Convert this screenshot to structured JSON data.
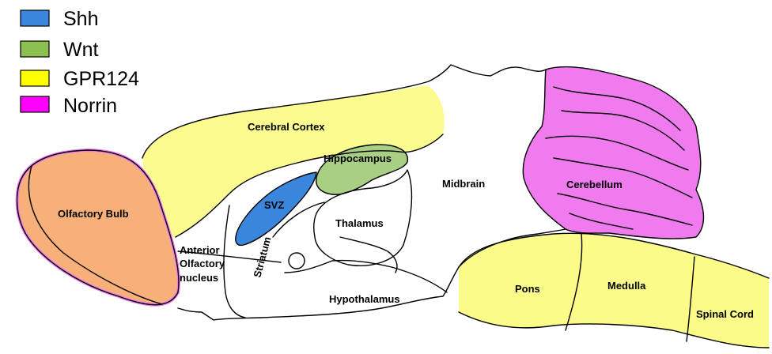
{
  "legend": [
    {
      "label": "Shh",
      "color": "#3a86dd"
    },
    {
      "label": "Wnt",
      "color": "#8cc152"
    },
    {
      "label": "GPR124",
      "color": "#ffff00"
    },
    {
      "label": "Norrin",
      "color": "#ff00ff"
    }
  ],
  "regions": {
    "olfactory_bulb": "Olfactory Bulb",
    "cerebral_cortex": "Cerebral Cortex",
    "hippocampus": "Hippocampus",
    "svz": "SVZ",
    "midbrain": "Midbrain",
    "cerebellum": "Cerebellum",
    "thalamus": "Thalamus",
    "anterior_olfactory_1": "Anterior",
    "anterior_olfactory_2": "Olfactory",
    "anterior_olfactory_3": "nucleus",
    "striatum": "Striatum",
    "hypothalamus": "Hypothalamus",
    "pons": "Pons",
    "medulla": "Medulla",
    "spinal_cord": "Spinal Cord"
  },
  "colors": {
    "shh": "#3a86dd",
    "wnt": "#a9cf85",
    "gpr124": "#fbfb8a",
    "norrin": "#ef7bef",
    "olfactory_fill": "#f7b07a"
  }
}
